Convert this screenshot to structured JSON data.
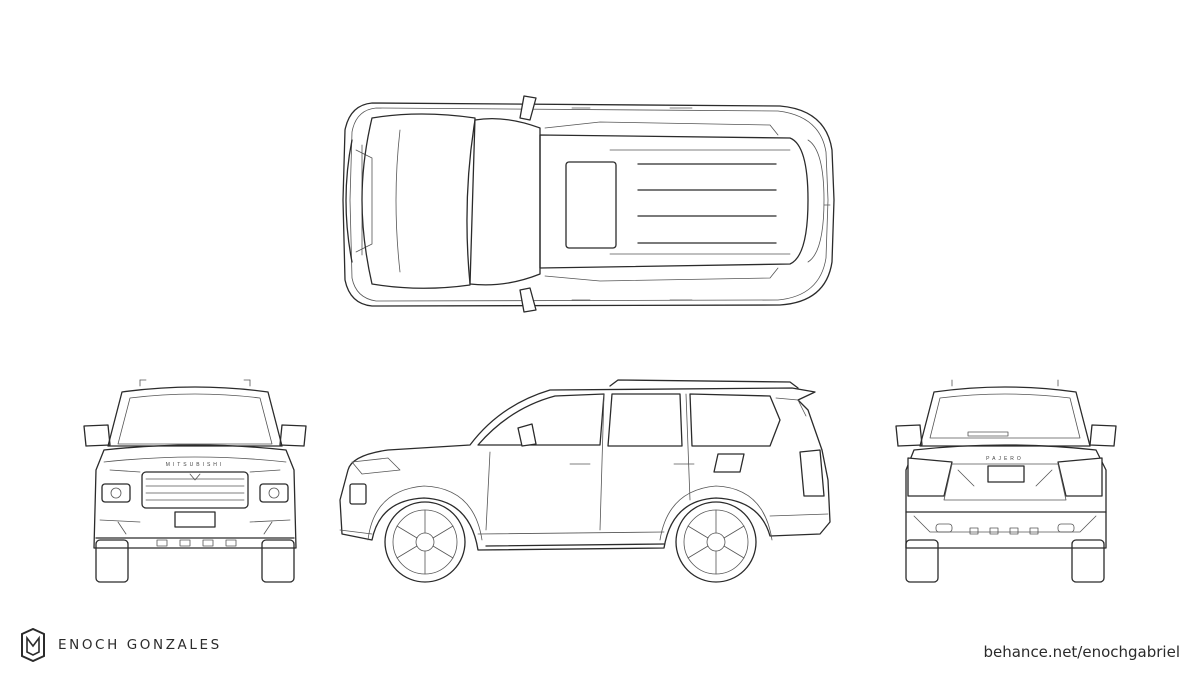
{
  "author": {
    "name": "ENOCH GONZALES"
  },
  "credit": {
    "url": "behance.net/enochgabriel"
  },
  "badges": {
    "front_grille": "MITSUBISHI",
    "rear_tailgate": "PAJERO"
  },
  "icons": {
    "logo": "eg-monogram-icon"
  },
  "colors": {
    "line": "#2b2b2b",
    "background": "#ffffff"
  }
}
